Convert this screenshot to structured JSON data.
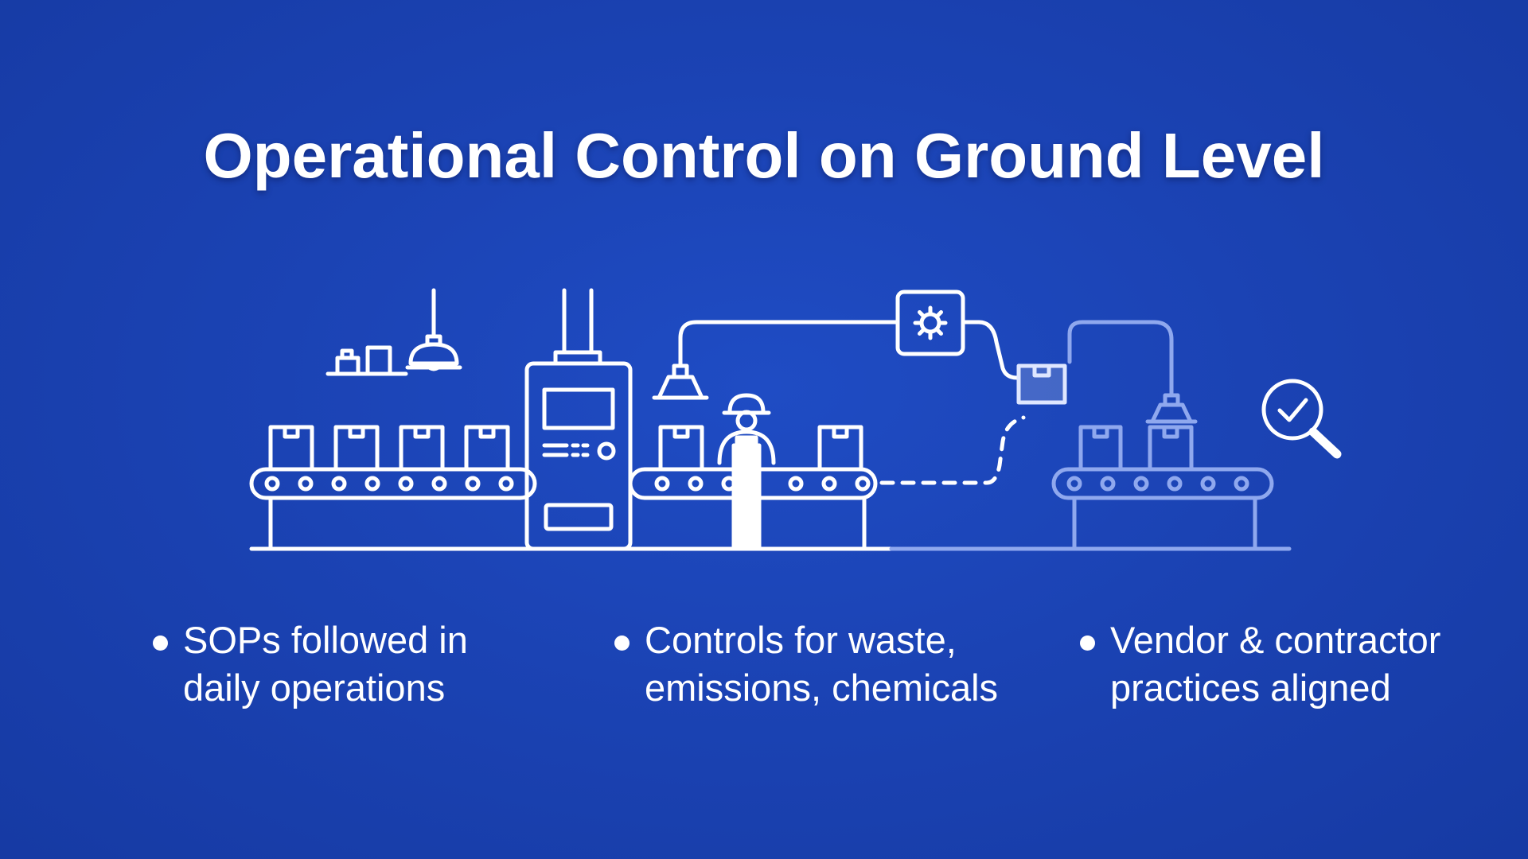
{
  "slide": {
    "title": "Operational Control on Ground Level"
  },
  "bullets": [
    {
      "line1": "SOPs followed in",
      "line2": "daily operations"
    },
    {
      "line1": "Controls for waste,",
      "line2": "emissions, chemicals"
    },
    {
      "line1": "Vendor & contractor",
      "line2": "practices aligned"
    }
  ],
  "icons": {
    "gear": "gear-icon",
    "search_check": "magnifier-check-icon",
    "worker": "worker-icon",
    "box": "box-icon",
    "lamp": "ceiling-lamp-icon"
  },
  "colors": {
    "background": "#1a40b0",
    "line_primary": "#ffffff",
    "line_faded": "#8fa8ee"
  }
}
